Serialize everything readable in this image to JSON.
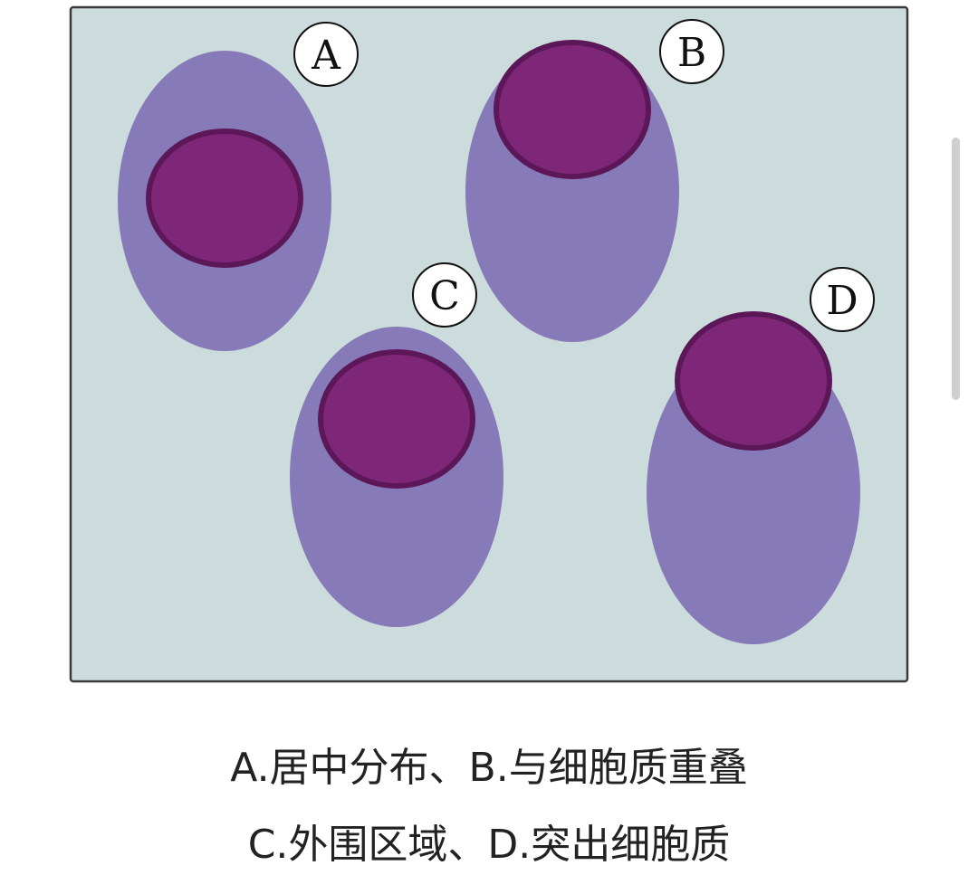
{
  "colors": {
    "background_panel": "#ccdbdb",
    "panel_border": "#3a3a3a",
    "cytoplasm": "#877ab8",
    "nucleus_fill": "#7e2778",
    "nucleus_stroke": "#5c1759",
    "label_bg": "#ffffff"
  },
  "cells": [
    {
      "label": "A"
    },
    {
      "label": "B"
    },
    {
      "label": "C"
    },
    {
      "label": "D"
    }
  ],
  "caption": {
    "line1": "A.居中分布、B.与细胞质重叠",
    "line2": "C.外围区域、D.突出细胞质"
  }
}
